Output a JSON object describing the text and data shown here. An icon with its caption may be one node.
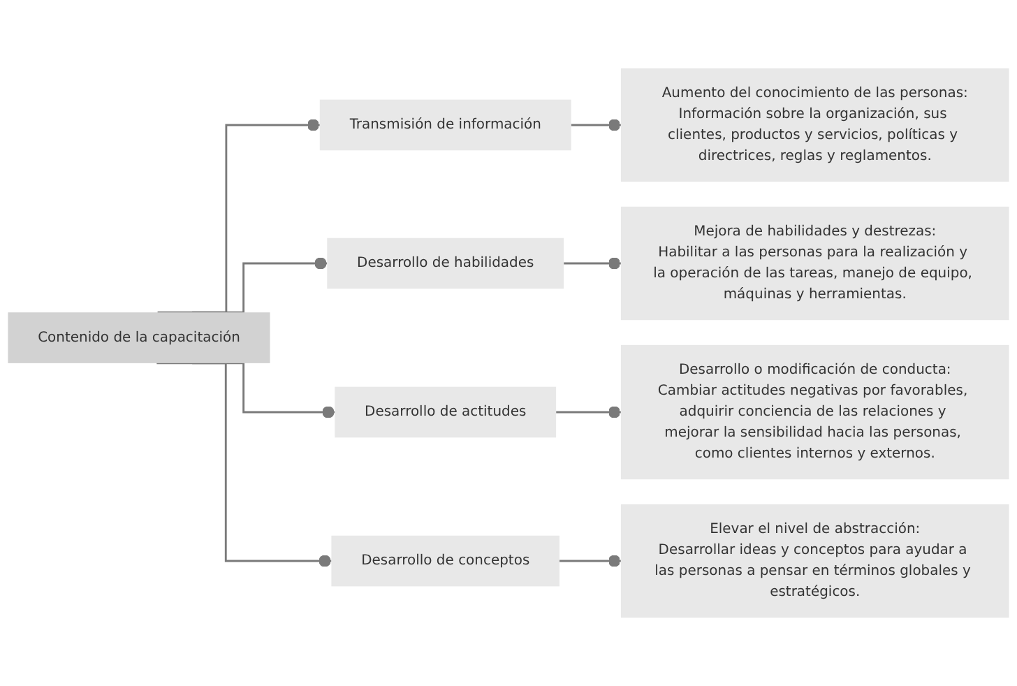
{
  "diagram": {
    "nodes": [
      {
        "text": [
          "Contenido de la capacitación"
        ]
      },
      {
        "text": [
          "Transmisión de información"
        ]
      },
      {
        "text": [
          "Desarrollo de habilidades"
        ]
      },
      {
        "text": [
          "Desarrollo de actitudes"
        ]
      },
      {
        "text": [
          "Desarrollo de conceptos"
        ]
      },
      {
        "text": [
          "Aumento del conocimiento de las personas:",
          "Información sobre la organización, sus clientes, productos y servicios, políticas y directrices, reglas y reglamentos."
        ]
      },
      {
        "text": [
          "Mejora de habilidades y destrezas:",
          "Habilitar a las personas para la realización y la operación de las tareas, manejo de equipo, máquinas y herramientas."
        ]
      },
      {
        "text": [
          "Desarrollo o modificación de conducta:",
          "Cambiar actitudes negativas por favorables, adquirir conciencia de las relaciones y mejorar la sensibilidad hacia las personas, como clientes internos y externos."
        ]
      },
      {
        "text": [
          "Elevar el nivel de abstracción:",
          "Desarrollar ideas y conceptos para ayudar a las personas a pensar en términos globales y estratégicos."
        ]
      }
    ],
    "edges": [
      {
        "from": 0,
        "to": 1,
        "arrow": "other"
      },
      {
        "from": 0,
        "to": 2,
        "arrow": "other"
      },
      {
        "from": 0,
        "to": 3,
        "arrow": "other"
      },
      {
        "from": 0,
        "to": 4,
        "arrow": "other"
      },
      {
        "from": 1,
        "to": 5,
        "arrow": "other"
      },
      {
        "from": 2,
        "to": 6,
        "arrow": "other"
      },
      {
        "from": 3,
        "to": 7,
        "arrow": "other"
      },
      {
        "from": 4,
        "to": 8,
        "arrow": "other"
      }
    ]
  }
}
